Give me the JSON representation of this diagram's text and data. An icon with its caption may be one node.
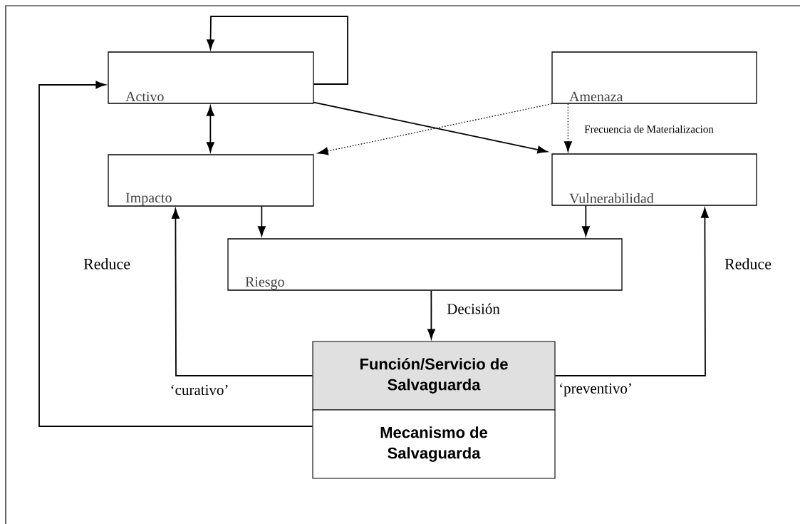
{
  "diagram": {
    "nodes": [
      {
        "text": [
          "Activo"
        ]
      },
      {
        "text": [
          "Amenaza"
        ]
      },
      {
        "text": [
          "Impacto"
        ]
      },
      {
        "text": [
          "Vulnerabilidad"
        ]
      },
      {
        "text": [
          "Riesgo"
        ]
      },
      {
        "text": [
          "Función/Servicio de Salvaguarda"
        ]
      },
      {
        "text": [
          "Mecanismo de Salvaguarda"
        ]
      }
    ],
    "edges": [
      {
        "from": 0,
        "to": 0,
        "arrow": "to"
      },
      {
        "from": 6,
        "to": 0,
        "arrow": "to"
      },
      {
        "from": 0,
        "to": 2,
        "arrow": "both"
      },
      {
        "from": 0,
        "to": 3,
        "arrow": "to"
      },
      {
        "from": 1,
        "to": 2,
        "arrow": "to",
        "style": "dashed"
      },
      {
        "from": 1,
        "to": 3,
        "arrow": "to",
        "style": "dashed",
        "label": "Frecuencia de Materializacion"
      },
      {
        "from": 2,
        "to": 4,
        "arrow": "to"
      },
      {
        "from": 3,
        "to": 4,
        "arrow": "to"
      },
      {
        "from": 4,
        "to": 5,
        "arrow": "to",
        "label": "Decisión"
      },
      {
        "from": 5,
        "to": 2,
        "arrow": "to",
        "label": "Reduce"
      },
      {
        "from": 5,
        "to": 3,
        "arrow": "to",
        "label": "Reduce"
      }
    ],
    "labels": [
      "‘curativo’",
      "‘preventivo’"
    ]
  }
}
